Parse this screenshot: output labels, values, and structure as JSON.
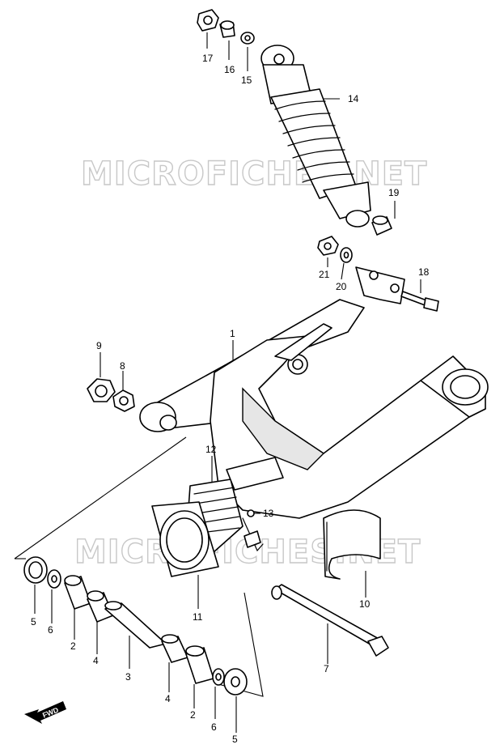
{
  "watermark": {
    "text": "MICROFICHES.NET"
  },
  "direction_arrow": {
    "text": "FWD"
  },
  "callouts": {
    "c1": "1",
    "c2a": "2",
    "c2b": "2",
    "c3": "3",
    "c4a": "4",
    "c4b": "4",
    "c5a": "5",
    "c5b": "5",
    "c6a": "6",
    "c6b": "6",
    "c7": "7",
    "c8": "8",
    "c9": "9",
    "c10": "10",
    "c11": "11",
    "c12": "12",
    "c13": "13",
    "c14": "14",
    "c15": "15",
    "c16": "16",
    "c17": "17",
    "c18": "18",
    "c19": "19",
    "c20": "20",
    "c21": "21"
  }
}
